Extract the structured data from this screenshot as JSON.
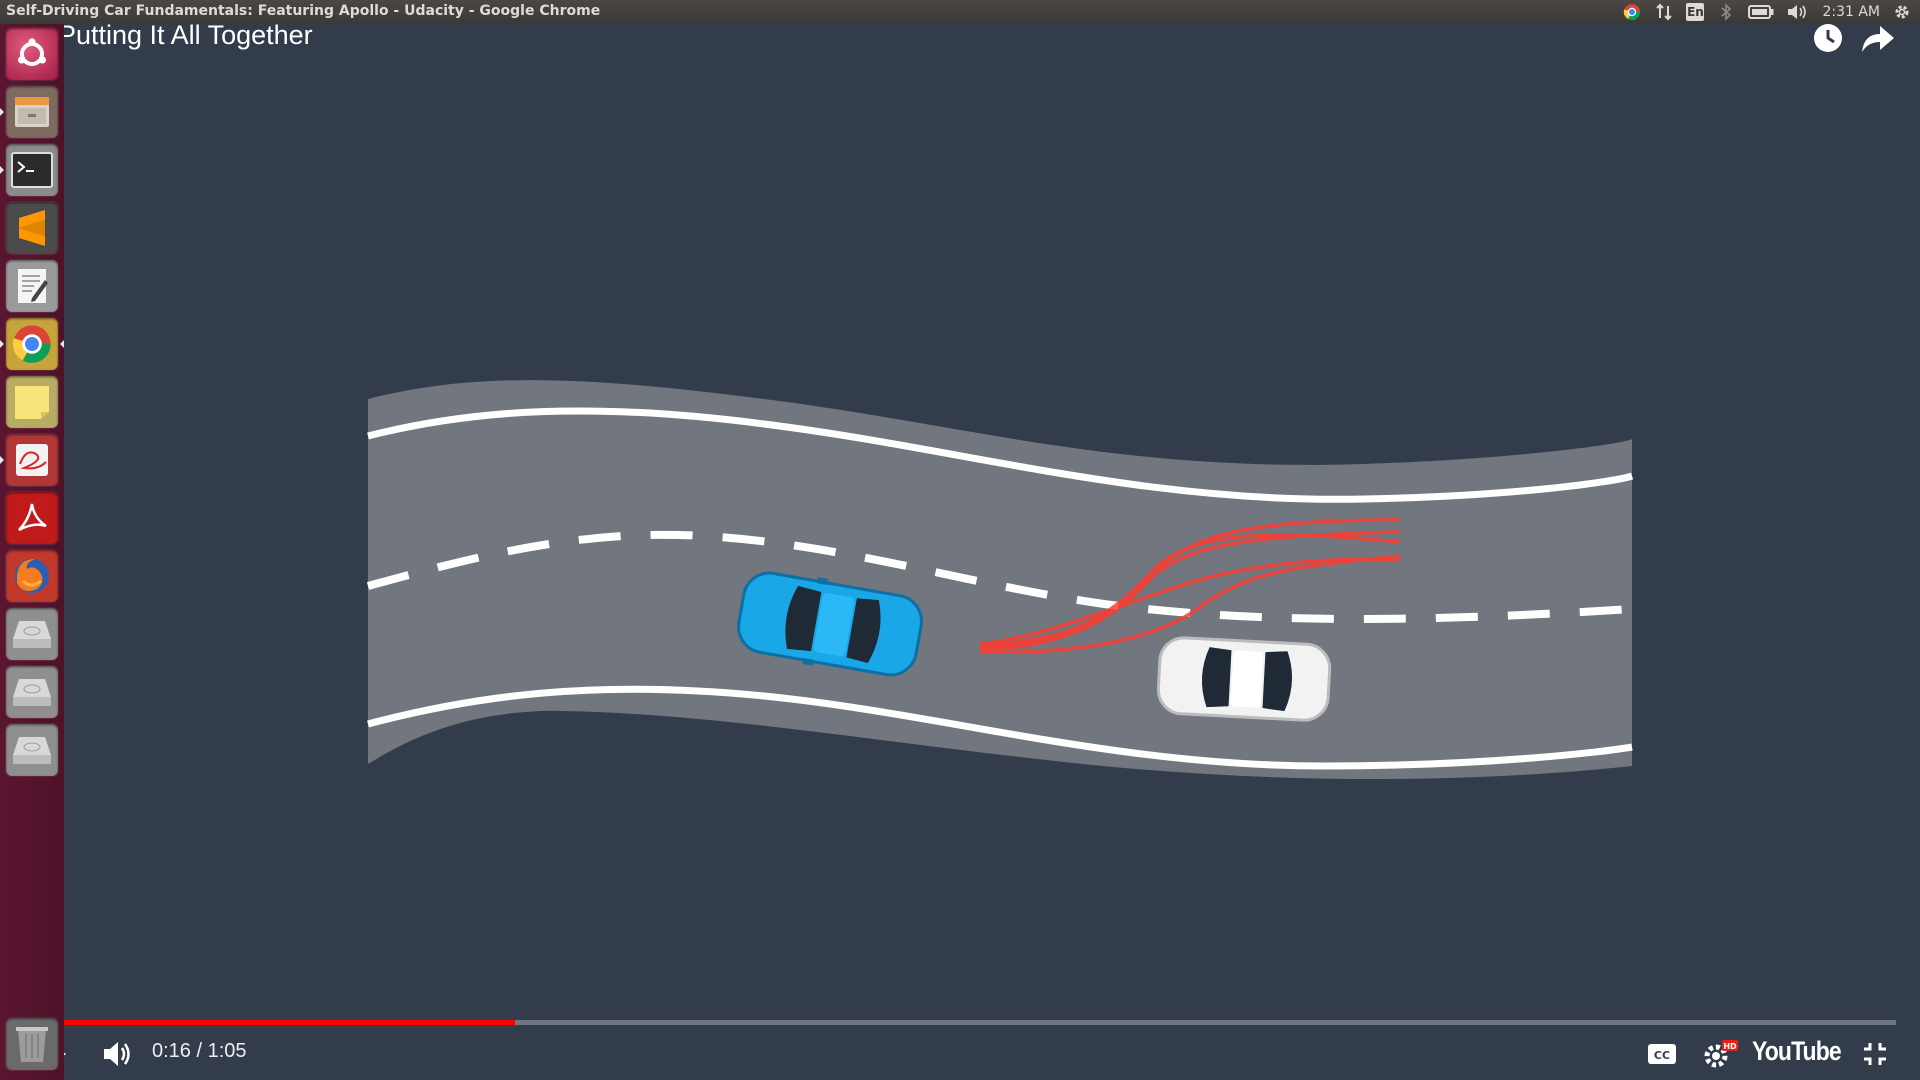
{
  "window": {
    "title": "Self-Driving Car Fundamentals: Featuring Apollo - Udacity - Google Chrome"
  },
  "tray": {
    "keyboard_layout": "En",
    "clock": "2:31 AM"
  },
  "launcher": {
    "items": [
      "ubuntu-dash",
      "files",
      "terminal",
      "sublime-text",
      "text-editor",
      "chrome",
      "sticky-notes",
      "document-viewer",
      "acrobat-reader",
      "firefox",
      "drive-1",
      "drive-2",
      "drive-3",
      "trash"
    ]
  },
  "video": {
    "title": "Putting It All Together",
    "current_time": "0:16",
    "duration": "1:05",
    "time_display": "0:16 / 1:05",
    "progress_fraction": 0.246,
    "brand": "YouTube",
    "hd_badge": "HD",
    "cc_label": "CC"
  },
  "colors": {
    "road": "#6f737b",
    "background": "#323c4b",
    "ego_car": "#1aa7e8",
    "other_car": "#f2f2f2",
    "trajectories": "#ff3b30",
    "progress": "#ff0000",
    "launcher": "#55132d"
  }
}
